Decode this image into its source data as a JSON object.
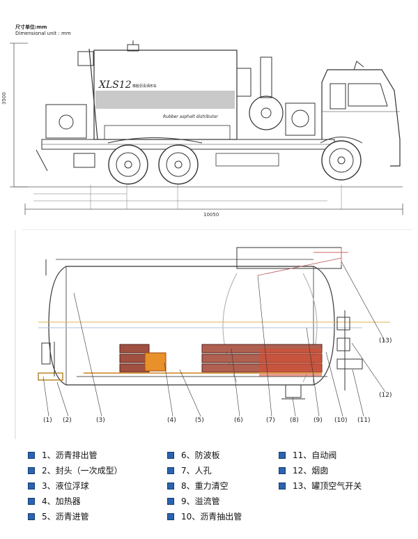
{
  "header": {
    "units_cn": "尺寸单位:mm",
    "units_en": "Dimensional unit : mm"
  },
  "truck": {
    "model_text": "XLS12",
    "model_cn": "橡胶沥青洒布车",
    "tank_label": "Rubber asphalt distributor",
    "height_dim": "3500",
    "length_dim": "10050"
  },
  "callouts": [
    "(1)",
    "(2)",
    "(3)",
    "(4)",
    "(5)",
    "(6)",
    "(7)",
    "(8)",
    "(9)",
    "(10)",
    "(11)",
    "(12)",
    "(13)"
  ],
  "legend": [
    {
      "num": "1、",
      "label": "沥青排出管"
    },
    {
      "num": "2、",
      "label": "封头（一次成型）"
    },
    {
      "num": "3、",
      "label": "液位浮球"
    },
    {
      "num": "4、",
      "label": "加热器"
    },
    {
      "num": "5、",
      "label": "沥青进管"
    },
    {
      "num": "6、",
      "label": "防波板"
    },
    {
      "num": "7、",
      "label": "人孔"
    },
    {
      "num": "8、",
      "label": "重力清空"
    },
    {
      "num": "9、",
      "label": "溢流管"
    },
    {
      "num": "10、",
      "label": "沥青抽出管"
    },
    {
      "num": "11、",
      "label": "自动阀"
    },
    {
      "num": "12、",
      "label": "烟囱"
    },
    {
      "num": "13、",
      "label": "罐顶空气开关"
    }
  ]
}
